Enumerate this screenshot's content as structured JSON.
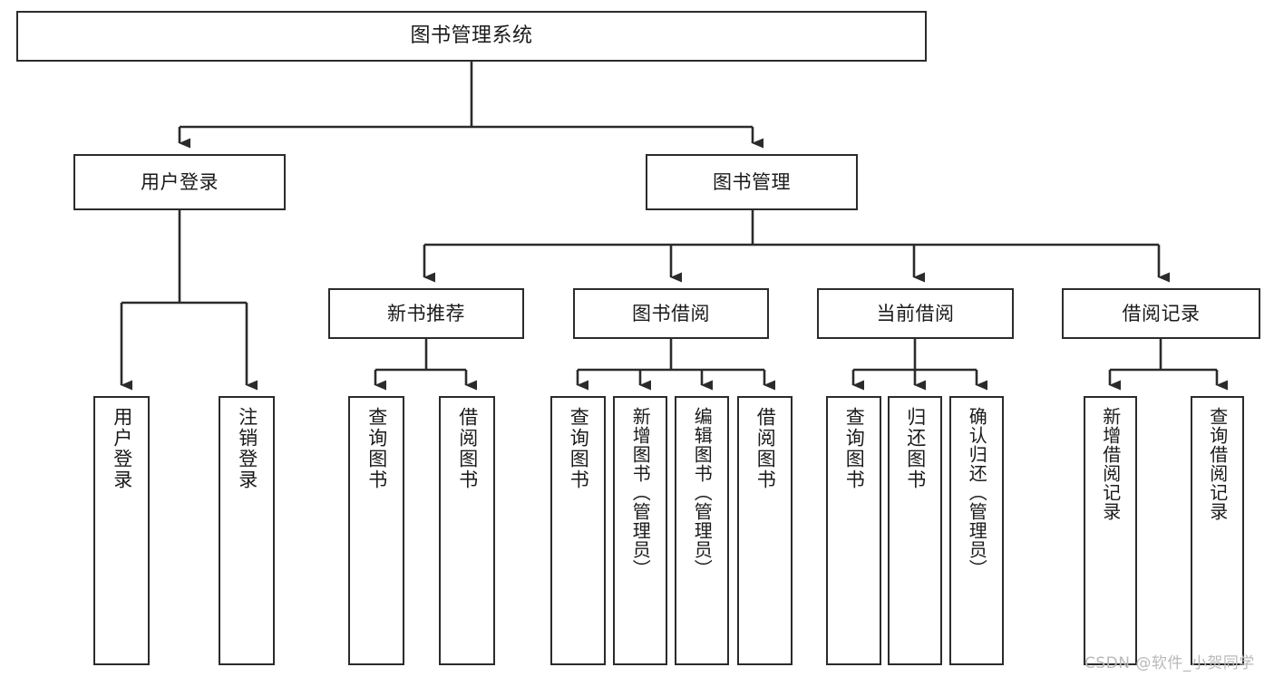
{
  "diagram": {
    "title": "图书管理系统",
    "type": "tree-hierarchy-diagram",
    "watermark": "CSDN @软件_小贺同学",
    "style": {
      "box_border_color": "#2b2b2b",
      "box_fill_color": "#ffffff",
      "line_color": "#2b2b2b",
      "text_color": "#1a1a1a",
      "background_color": "#ffffff",
      "watermark_color": "#b9b9b9"
    },
    "nodes": {
      "root": {
        "label": "图书管理系统"
      },
      "level2": [
        {
          "id": "user-login",
          "label": "用户登录"
        },
        {
          "id": "book-manage",
          "label": "图书管理"
        }
      ],
      "level3": [
        {
          "id": "new-book-recommend",
          "label": "新书推荐"
        },
        {
          "id": "book-borrow",
          "label": "图书借阅"
        },
        {
          "id": "current-borrow",
          "label": "当前借阅"
        },
        {
          "id": "borrow-record",
          "label": "借阅记录"
        }
      ],
      "leaves": [
        {
          "id": "leaf-user-login",
          "label": "用户登录",
          "parent": "user-login"
        },
        {
          "id": "leaf-user-logout",
          "label": "注销登录",
          "parent": "user-login"
        },
        {
          "id": "leaf-query-book-1",
          "label": "查询图书",
          "parent": "new-book-recommend"
        },
        {
          "id": "leaf-borrow-book-1",
          "label": "借阅图书",
          "parent": "new-book-recommend"
        },
        {
          "id": "leaf-query-book-2",
          "label": "查询图书",
          "parent": "book-borrow"
        },
        {
          "id": "leaf-add-book",
          "label": "新增图书（管理员）",
          "parent": "book-borrow"
        },
        {
          "id": "leaf-edit-book",
          "label": "编辑图书（管理员）",
          "parent": "book-borrow"
        },
        {
          "id": "leaf-borrow-book-2",
          "label": "借阅图书",
          "parent": "book-borrow"
        },
        {
          "id": "leaf-query-book-3",
          "label": "查询图书",
          "parent": "current-borrow"
        },
        {
          "id": "leaf-return-book",
          "label": "归还图书",
          "parent": "current-borrow"
        },
        {
          "id": "leaf-confirm-return",
          "label": "确认归还（管理员）",
          "parent": "current-borrow"
        },
        {
          "id": "leaf-add-record",
          "label": "新增借阅记录",
          "parent": "borrow-record"
        },
        {
          "id": "leaf-query-record",
          "label": "查询借阅记录",
          "parent": "borrow-record"
        }
      ]
    }
  }
}
